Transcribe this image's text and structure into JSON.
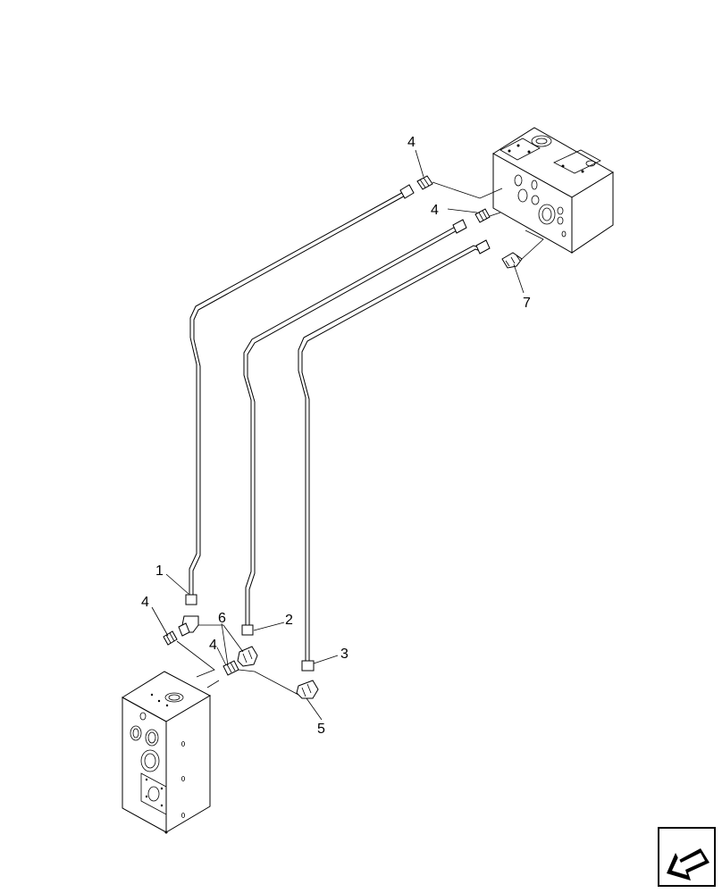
{
  "callouts": {
    "c1": "1",
    "c2": "2",
    "c3": "3",
    "c4a": "4",
    "c4b": "4",
    "c4c": "4",
    "c4d": "4",
    "c5": "5",
    "c6": "6",
    "c7": "7"
  },
  "icons": {
    "corner": "navigation-arrow-icon"
  },
  "colors": {
    "line": "#000000",
    "background": "#ffffff"
  }
}
